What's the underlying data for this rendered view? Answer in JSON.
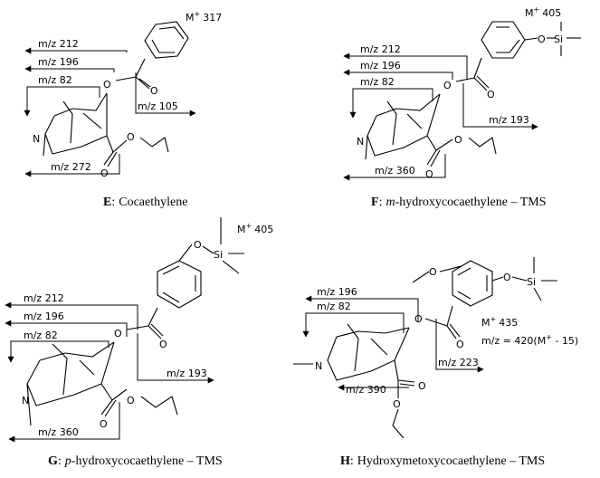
{
  "molecules": [
    {
      "id": "E",
      "caption_letter": "E",
      "caption_name": "Cocaethylene",
      "molecular_ion": "317",
      "fragments": [
        "m/z 212",
        "m/z 196",
        "m/z 82",
        "m/z 105",
        "m/z 272"
      ],
      "atoms": [
        "N",
        "O",
        "O",
        "O",
        "O"
      ]
    },
    {
      "id": "F",
      "caption_letter": "F",
      "caption_prefix": "m",
      "caption_name": "-hydroxycocaethylene – TMS",
      "molecular_ion": "405",
      "fragments": [
        "m/z 212",
        "m/z 196",
        "m/z 82",
        "m/z 193",
        "m/z 360"
      ],
      "atoms": [
        "N",
        "O",
        "O",
        "O",
        "O",
        "O",
        "Si"
      ]
    },
    {
      "id": "G",
      "caption_letter": "G",
      "caption_prefix": "p",
      "caption_name": "-hydroxycocaethylene – TMS",
      "molecular_ion": "405",
      "fragments": [
        "m/z 212",
        "m/z 196",
        "m/z 82",
        "m/z 193",
        "m/z 360"
      ],
      "atoms": [
        "N",
        "O",
        "O",
        "O",
        "O",
        "O",
        "Si"
      ]
    },
    {
      "id": "H",
      "caption_letter": "H",
      "caption_name": "Hydroxymetoxycocaethylene – TMS",
      "molecular_ion": "435",
      "loss_text": "m/z = 420(M",
      "loss_sup": "+",
      "loss_tail": " - 15)",
      "fragments": [
        "m/z 196",
        "m/z 82",
        "m/z 223",
        "m/z 390"
      ],
      "atoms": [
        "N",
        "O",
        "O",
        "O",
        "O",
        "O",
        "O",
        "Si"
      ]
    }
  ],
  "ion_prefix": "M",
  "ion_sup": "+",
  "caption_sep": ":"
}
